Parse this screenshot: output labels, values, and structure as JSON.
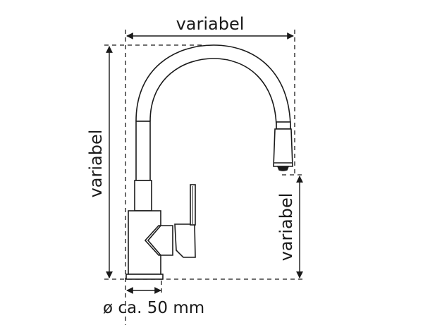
{
  "diagram": {
    "title": "Faucet dimension drawing",
    "colors": {
      "line": "#1a1a1a",
      "background": "#ffffff"
    },
    "labels": {
      "top_width": "variabel",
      "left_height": "variabel",
      "right_spout_height": "variabel",
      "base_diameter": "ø ca. 50 mm"
    },
    "parts": [
      "spout-arc",
      "spout-tube",
      "spray-head",
      "body",
      "lever-handle",
      "base-plate"
    ]
  }
}
